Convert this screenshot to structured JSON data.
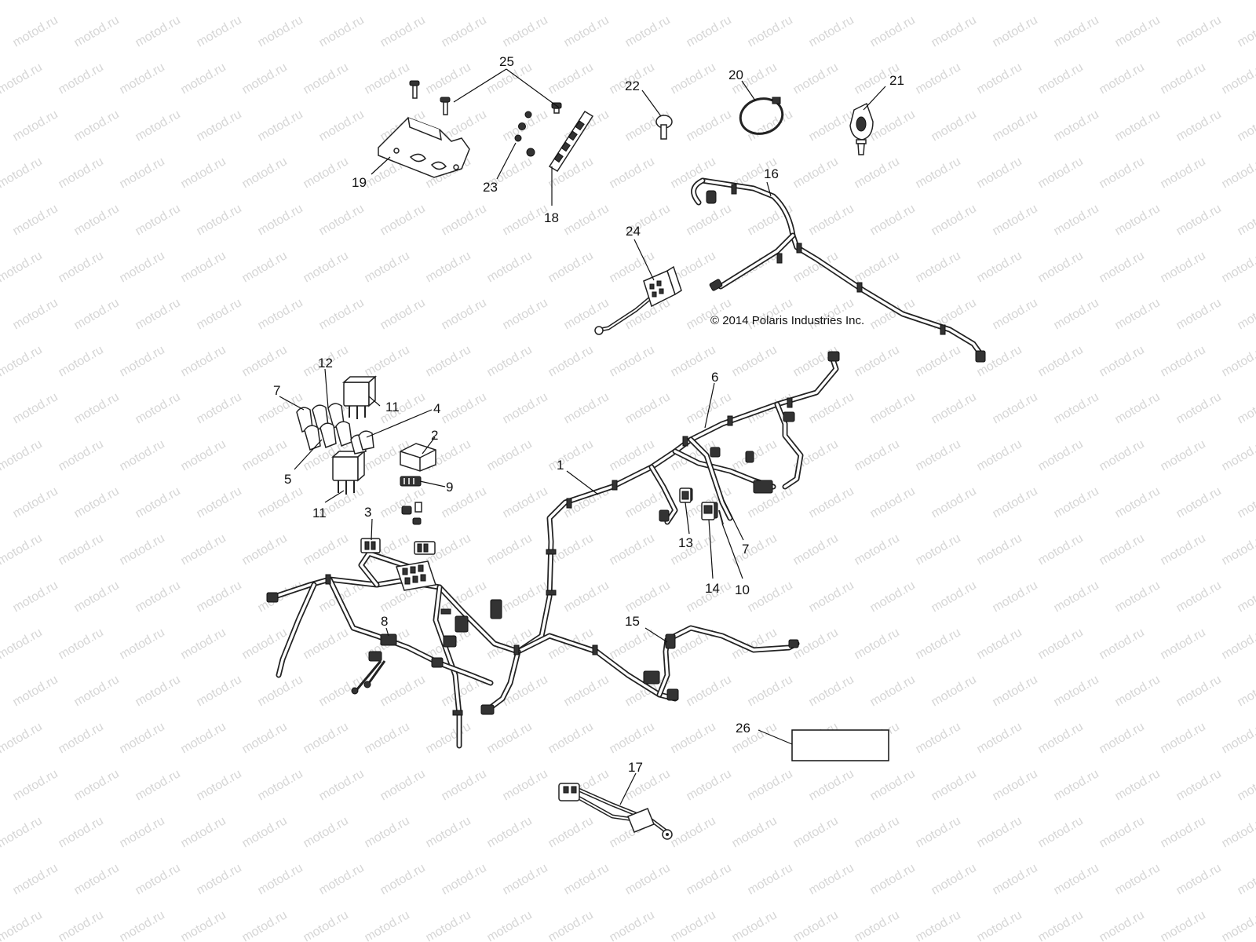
{
  "watermark": {
    "text": "motod.ru"
  },
  "copyright": "© 2014 Polaris Industries Inc.",
  "callouts": [
    {
      "id": "c1",
      "label": "1"
    },
    {
      "id": "c2",
      "label": "2"
    },
    {
      "id": "c3",
      "label": "3"
    },
    {
      "id": "c4",
      "label": "4"
    },
    {
      "id": "c5",
      "label": "5"
    },
    {
      "id": "c6",
      "label": "6"
    },
    {
      "id": "c7a",
      "label": "7"
    },
    {
      "id": "c7b",
      "label": "7"
    },
    {
      "id": "c8",
      "label": "8"
    },
    {
      "id": "c9",
      "label": "9"
    },
    {
      "id": "c10",
      "label": "10"
    },
    {
      "id": "c11a",
      "label": "11"
    },
    {
      "id": "c11b",
      "label": "11"
    },
    {
      "id": "c12",
      "label": "12"
    },
    {
      "id": "c13",
      "label": "13"
    },
    {
      "id": "c14",
      "label": "14"
    },
    {
      "id": "c15",
      "label": "15"
    },
    {
      "id": "c16",
      "label": "16"
    },
    {
      "id": "c17",
      "label": "17"
    },
    {
      "id": "c18",
      "label": "18"
    },
    {
      "id": "c19",
      "label": "19"
    },
    {
      "id": "c20",
      "label": "20"
    },
    {
      "id": "c21",
      "label": "21"
    },
    {
      "id": "c22",
      "label": "22"
    },
    {
      "id": "c23",
      "label": "23"
    },
    {
      "id": "c24",
      "label": "24"
    },
    {
      "id": "c25",
      "label": "25"
    },
    {
      "id": "c26",
      "label": "26"
    }
  ]
}
